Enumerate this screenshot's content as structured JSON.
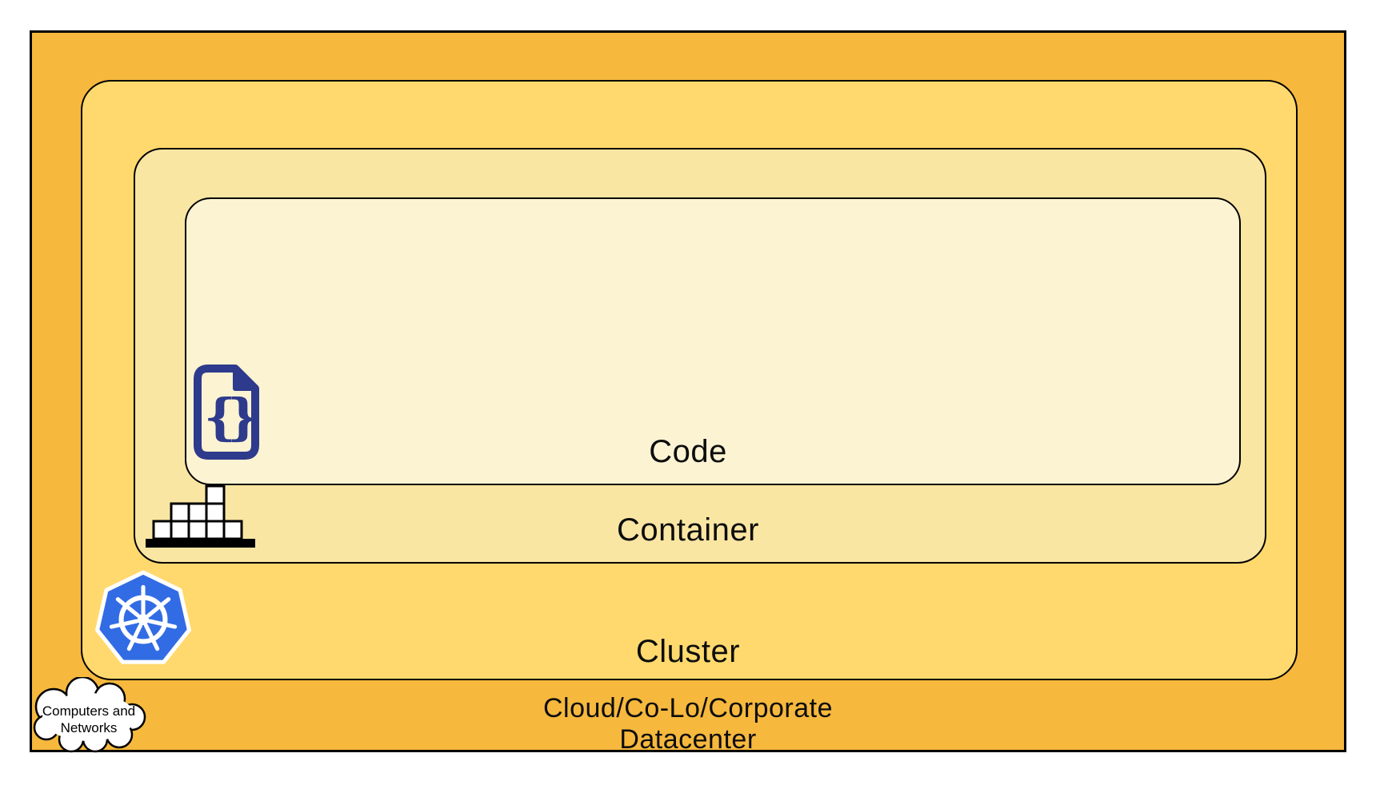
{
  "diagram": {
    "name": "kubernetes-4c-nested-layers",
    "layers": {
      "code": {
        "label": "Code"
      },
      "container": {
        "label": "Container"
      },
      "cluster": {
        "label": "Cluster"
      },
      "cloud": {
        "label_line1": "Cloud/Co-Lo/Corporate",
        "label_line2": "Datacenter"
      }
    },
    "cloud_shape": {
      "line1": "Computers and",
      "line2": "Networks"
    },
    "icons": {
      "code": "code-file-braces-icon",
      "container": "container-blocks-icon",
      "cluster": "kubernetes-helm-wheel-icon",
      "cloud": "computers-and-networks-cloud-icon"
    },
    "colors": {
      "cloud_fill": "#F6B83D",
      "cluster_fill": "#FFD96E",
      "container_fill": "#FAE6A3",
      "code_fill": "#FCF3D3",
      "kubernetes_blue": "#326CE5",
      "code_icon_navy": "#2E3A8C",
      "outline": "#000000",
      "block_fill": "#FFFFFF"
    }
  }
}
